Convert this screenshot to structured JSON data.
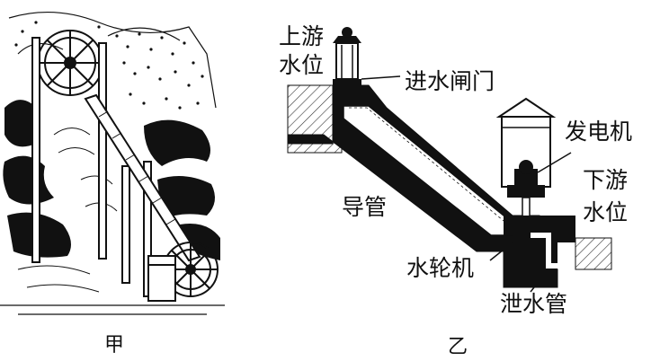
{
  "captions": {
    "left": "甲",
    "right": "乙"
  },
  "labels": {
    "upstream_level": [
      "上游",
      "水位"
    ],
    "inlet_gate": "进水闸门",
    "generator": "发电机",
    "downstream_level": [
      "下游",
      "水位"
    ],
    "penstock": "导管",
    "turbine": "水轮机",
    "draft_tube": "泄水管"
  },
  "colors": {
    "ink": "#111111",
    "hatch": "#333333",
    "background": "#ffffff"
  }
}
